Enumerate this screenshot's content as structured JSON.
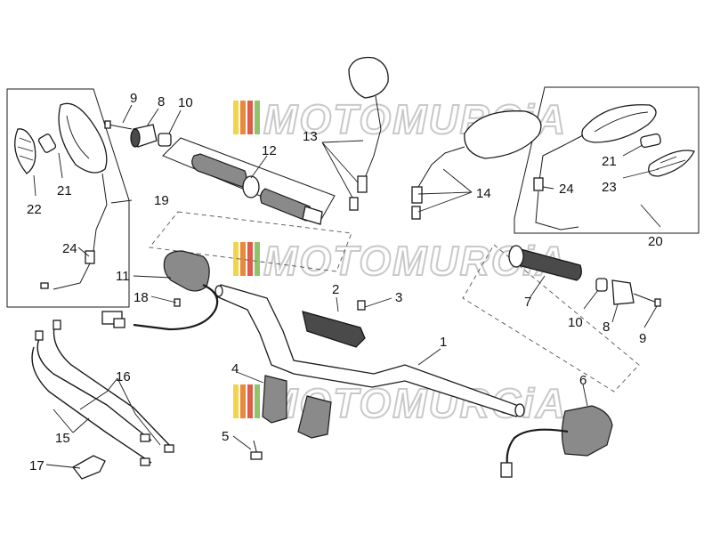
{
  "watermark": {
    "text": "MOTOMURCiA",
    "stripe_colors": [
      "#f2d34a",
      "#e98a3a",
      "#e25a4a",
      "#8fc46a",
      "#dddddd"
    ]
  },
  "callouts": {
    "c1": "1",
    "c2": "2",
    "c3": "3",
    "c4": "4",
    "c5": "5",
    "c6": "6",
    "c7": "7",
    "c8a": "8",
    "c8b": "8",
    "c9a": "9",
    "c9b": "9",
    "c10a": "10",
    "c10b": "10",
    "c11": "11",
    "c12": "12",
    "c13": "13",
    "c14": "14",
    "c15": "15",
    "c16": "16",
    "c17": "17",
    "c18": "18",
    "c19": "19",
    "c20": "20",
    "c21a": "21",
    "c21b": "21",
    "c22": "22",
    "c23": "23",
    "c24a": "24",
    "c24b": "24"
  }
}
